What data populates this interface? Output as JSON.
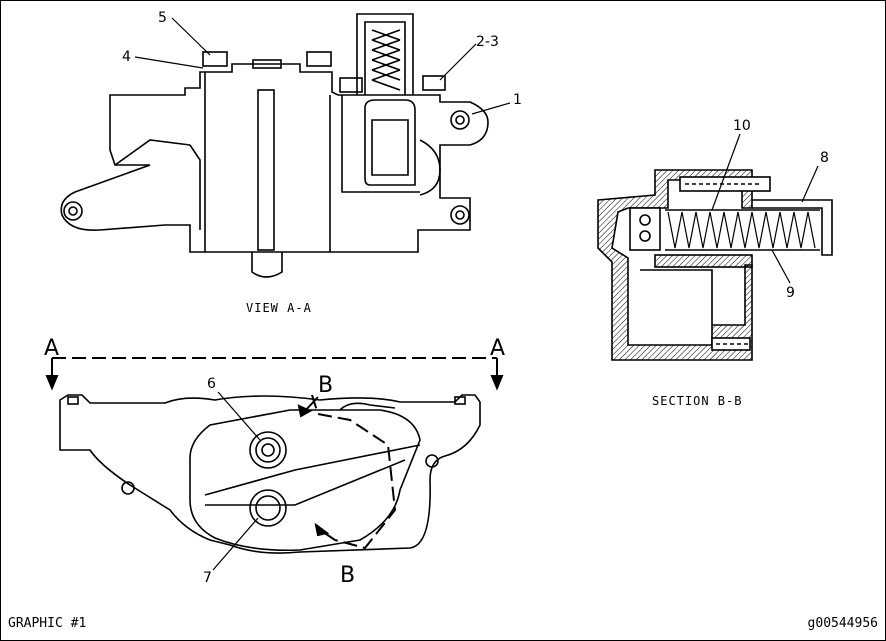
{
  "callouts": {
    "c1": "1",
    "c23": "2-3",
    "c4": "4",
    "c5": "5",
    "c6": "6",
    "c7": "7",
    "c8": "8",
    "c9": "9",
    "c10": "10"
  },
  "section_markers": {
    "a_left": "A",
    "a_right": "A",
    "b_top": "B",
    "b_bottom": "B"
  },
  "captions": {
    "view_aa": "VIEW A-A",
    "section_bb": "SECTION B-B"
  },
  "footer": {
    "left": "GRAPHIC #1",
    "right": "g00544956"
  }
}
